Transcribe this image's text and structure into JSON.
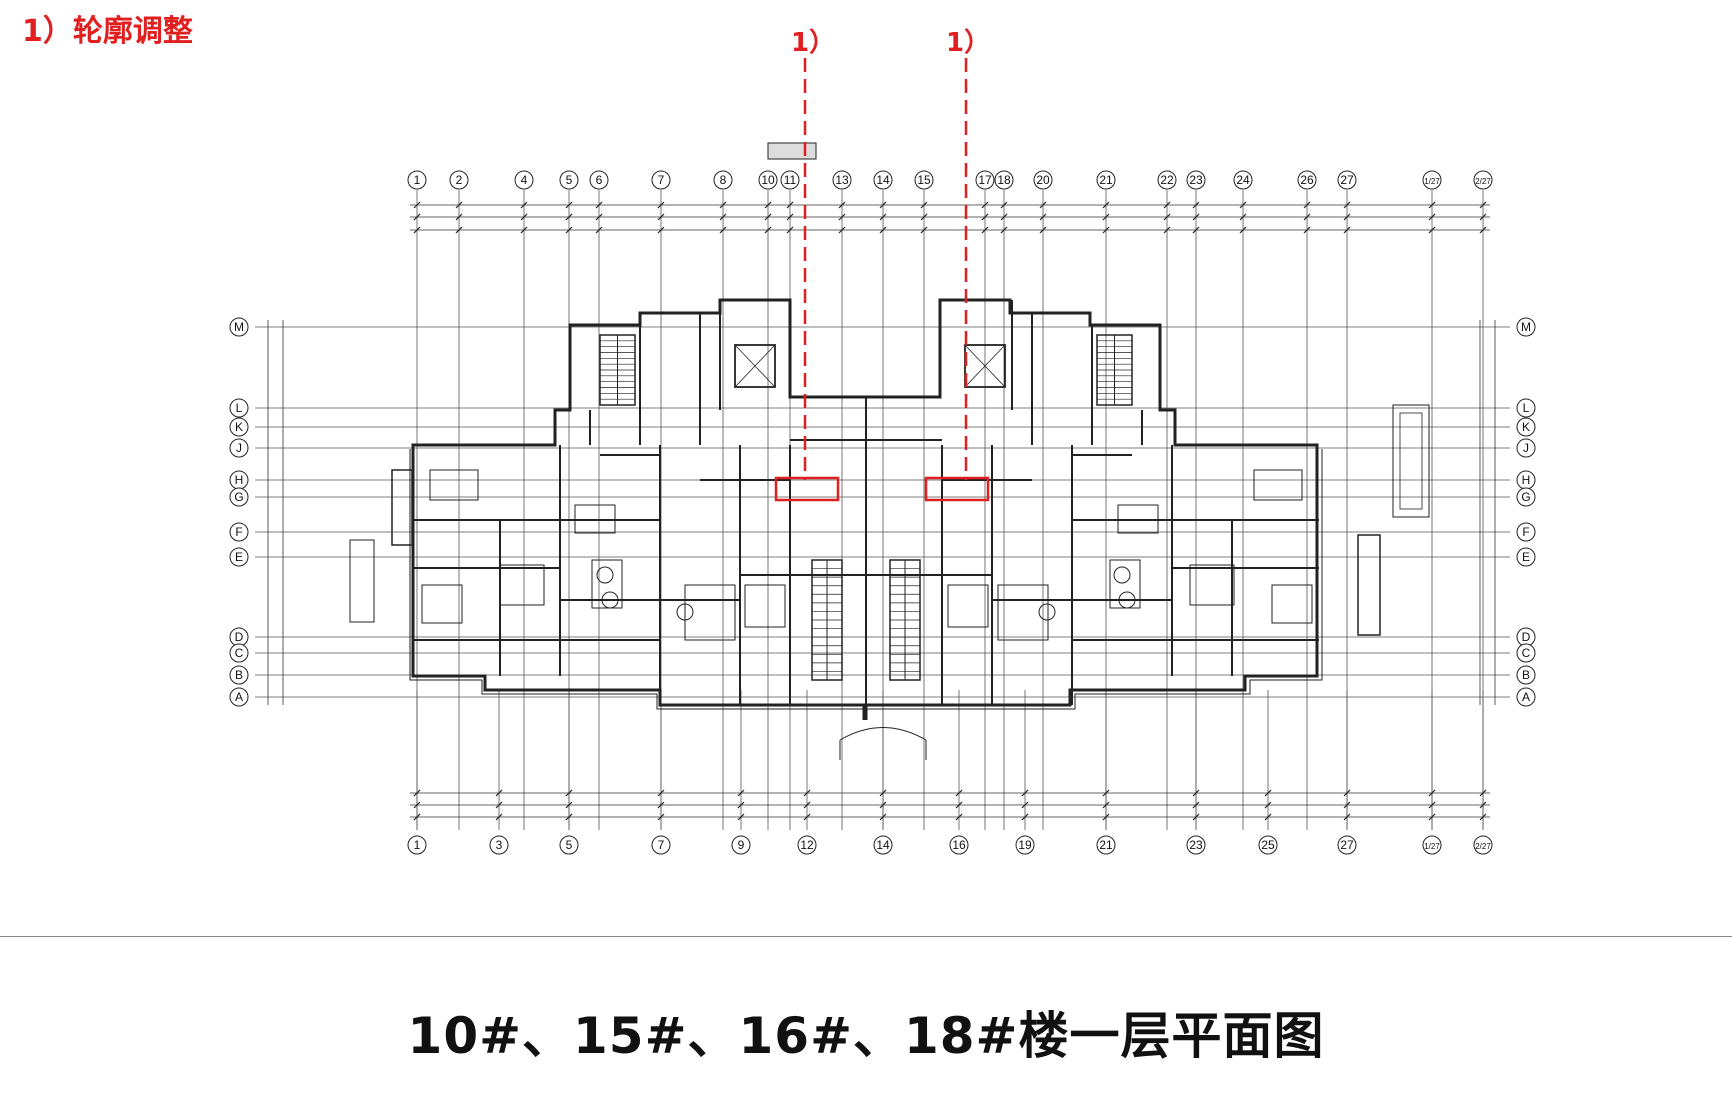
{
  "annotation": {
    "note": "1）轮廓调整",
    "marker_left": "1）",
    "marker_right": "1）"
  },
  "title": "10#、15#、16#、18#楼一层平面图",
  "axes": {
    "top": [
      "1",
      "2",
      "4",
      "5",
      "6",
      "7",
      "8",
      "10",
      "11",
      "13",
      "14",
      "15",
      "17",
      "18",
      "20",
      "21",
      "22",
      "23",
      "24",
      "26",
      "27",
      "1/27",
      "2/27"
    ],
    "bottom": [
      "1",
      "3",
      "5",
      "7",
      "9",
      "12",
      "14",
      "16",
      "19",
      "21",
      "23",
      "25",
      "27",
      "1/27",
      "2/27"
    ],
    "left": [
      "M",
      "L",
      "K",
      "J",
      "H",
      "G",
      "F",
      "E",
      "D",
      "C",
      "B",
      "A"
    ],
    "right": [
      "M",
      "L",
      "K",
      "J",
      "H",
      "G",
      "F",
      "E",
      "D",
      "C",
      "B",
      "A"
    ]
  },
  "colors": {
    "lines": "#222222",
    "accent": "#e02020"
  }
}
